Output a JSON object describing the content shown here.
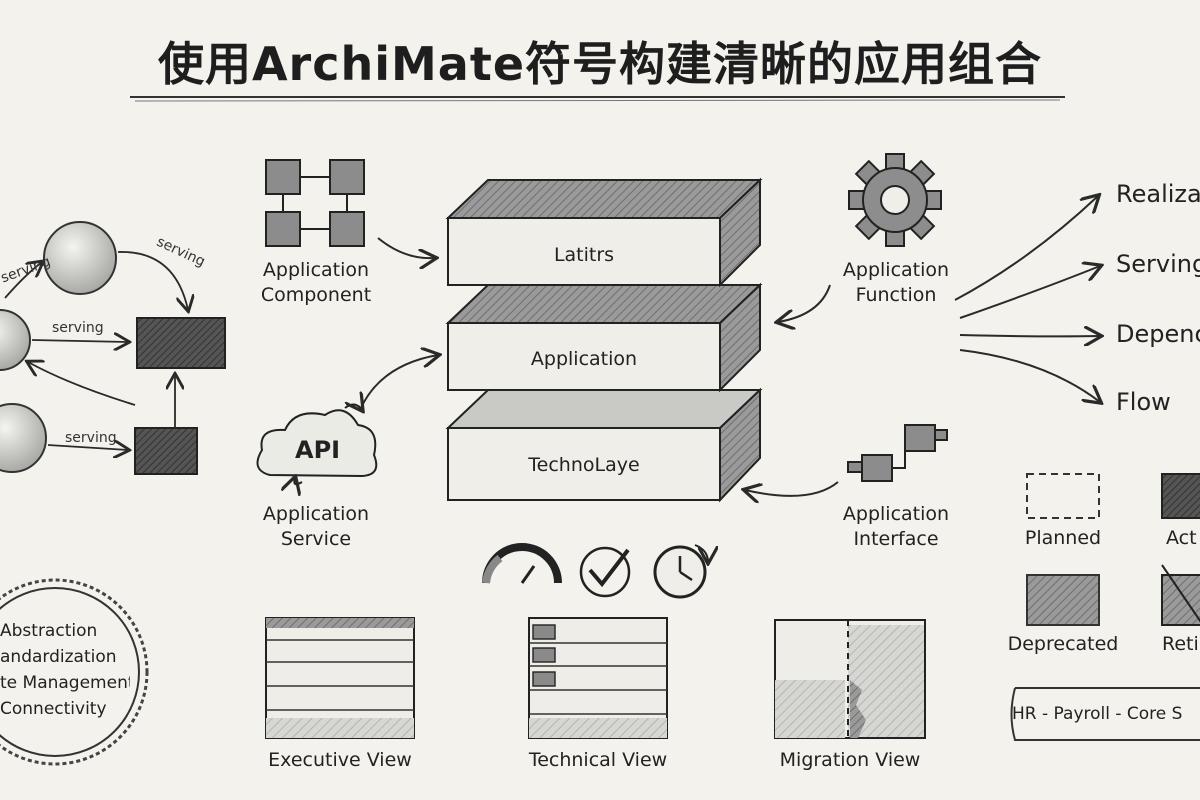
{
  "title": "使用ArchiMate符号构建清晰的应用组合",
  "left_network": {
    "edge_labels": [
      "serving",
      "serving",
      "serving",
      "serving"
    ]
  },
  "elements": {
    "component": {
      "line1": "Application",
      "line2": "Component",
      "icon": "application-component-icon"
    },
    "service": {
      "line1": "Application",
      "line2": "Service",
      "cloud_text": "API",
      "icon": "api-cloud-icon"
    },
    "function": {
      "line1": "Application",
      "line2": "Function",
      "icon": "gear-icon"
    },
    "interface": {
      "line1": "Application",
      "line2": "Interface",
      "icon": "interface-connector-icon"
    }
  },
  "layers": [
    "Latitrs",
    "Application",
    "TechnoLaye"
  ],
  "relations": [
    "Realizat",
    "Serving",
    "Depenc",
    "Flow"
  ],
  "status_legend": [
    "Planned",
    "Act",
    "Deprecated",
    "Reti"
  ],
  "value_badge": {
    "items": [
      "Abstraction",
      "andardization",
      "te Management",
      "Connectivity"
    ]
  },
  "views": [
    "Executive View",
    "Technical View",
    "Migration View"
  ],
  "view_icons": [
    "gauge-icon",
    "checkmark-icon",
    "clock-icon"
  ],
  "footer_chain": "HR - Payroll - Core S"
}
